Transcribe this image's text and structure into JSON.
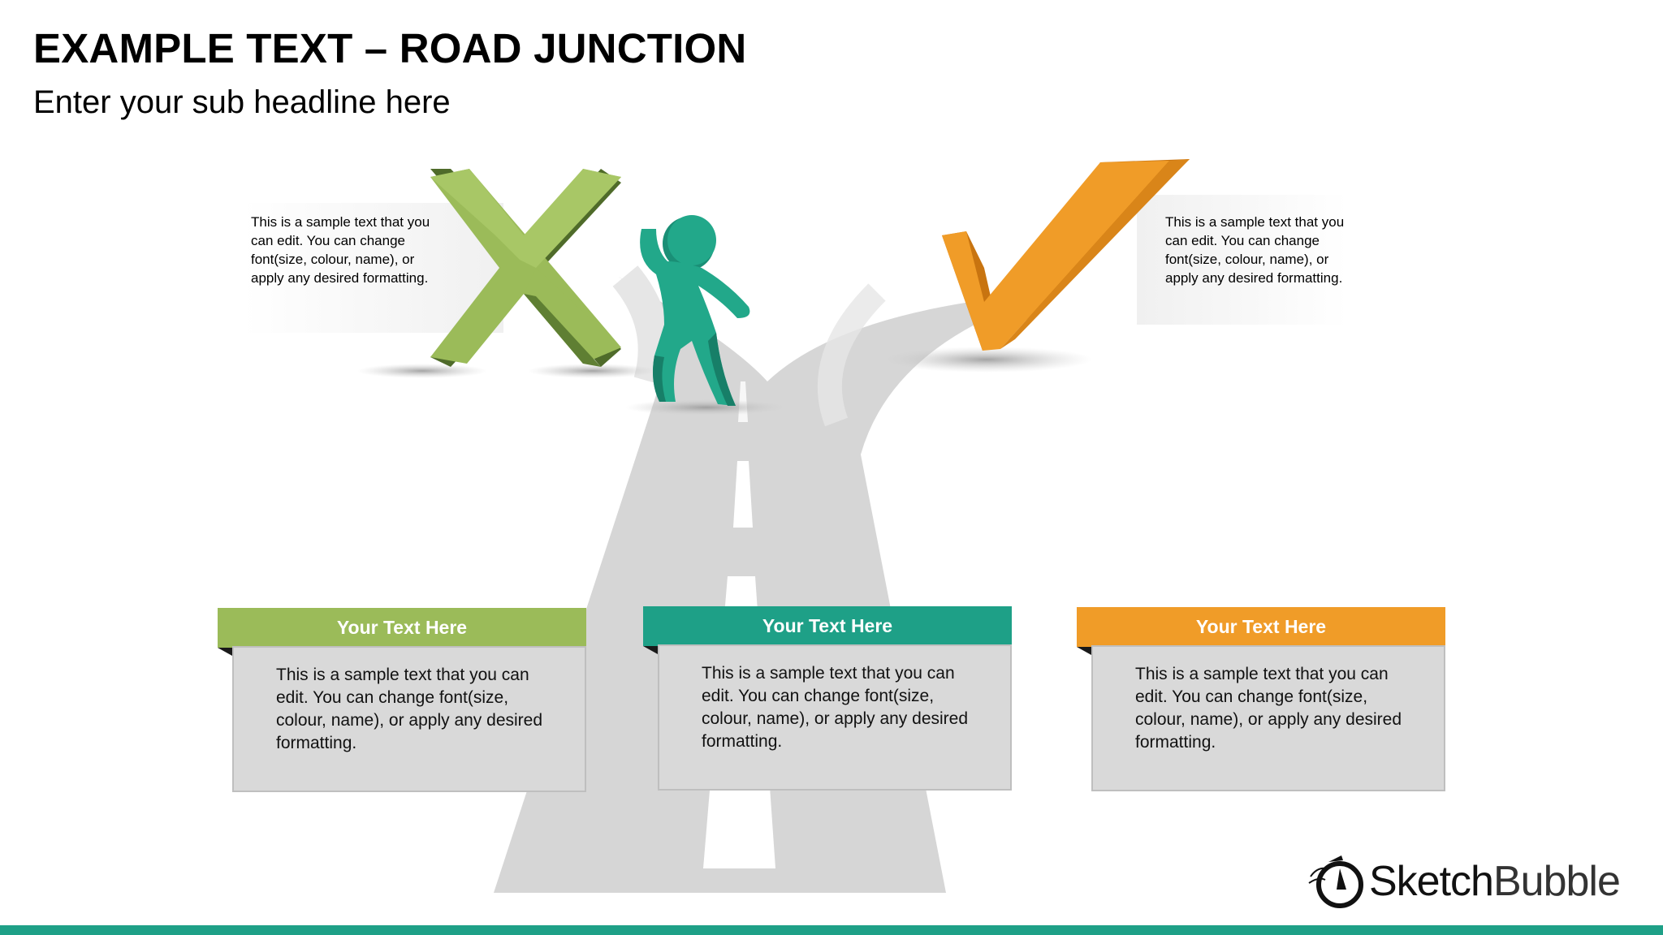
{
  "header": {
    "title": "EXAMPLE TEXT – ROAD JUNCTION",
    "subtitle": "Enter your sub headline here"
  },
  "notes": {
    "left": "This is a sample text that you can edit. You can change font(size, colour, name), or apply any desired formatting.",
    "right": "This is a sample text that you can edit. You can change font(size, colour, name), or apply any desired formatting."
  },
  "cards": [
    {
      "heading": "Your Text Here",
      "body": "This is a sample text that you can edit. You can change font(size, colour, name), or apply any desired formatting.",
      "color": "#9bbb59"
    },
    {
      "heading": "Your Text Here",
      "body": "This is a sample text that you can edit. You can change font(size, colour, name), or apply any desired formatting.",
      "color": "#1ea087"
    },
    {
      "heading": "Your Text Here",
      "body": "This is a sample text that you can edit. You can change font(size, colour, name), or apply any desired formatting.",
      "color": "#f09c28"
    }
  ],
  "icons": {
    "wrong": "cross-mark-icon",
    "right": "check-mark-icon",
    "person": "walking-person-icon",
    "road": "forked-road"
  },
  "logo": {
    "part1": "Sketch",
    "part2": "Bubble"
  },
  "colors": {
    "green": "#9bbb59",
    "teal": "#1ea087",
    "orange": "#f09c28",
    "road": "#d6d6d6"
  }
}
